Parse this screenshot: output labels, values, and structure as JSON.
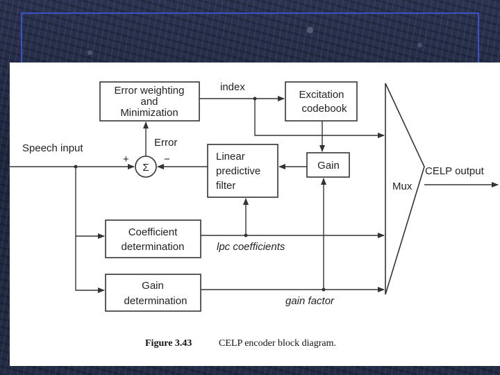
{
  "diagram": {
    "blocks": {
      "error_weighting": [
        "Error weighting",
        "and",
        "Minimization"
      ],
      "excitation_codebook": [
        "Excitation",
        "codebook"
      ],
      "linear_predictive_filter": [
        "Linear",
        "predictive",
        "filter"
      ],
      "gain": "Gain",
      "coefficient_determination": [
        "Coefficient",
        "determination"
      ],
      "gain_determination": [
        "Gain",
        "determination"
      ],
      "summer": "Σ"
    },
    "labels": {
      "speech_input": "Speech input",
      "index": "index",
      "error": "Error",
      "plus": "+",
      "minus": "−",
      "mux": "Mux",
      "celp_output": "CELP output",
      "lpc_coefficients": "lpc coefficients",
      "gain_factor": "gain factor"
    },
    "caption": {
      "number": "Figure 3.43",
      "text": "CELP encoder block diagram."
    }
  }
}
